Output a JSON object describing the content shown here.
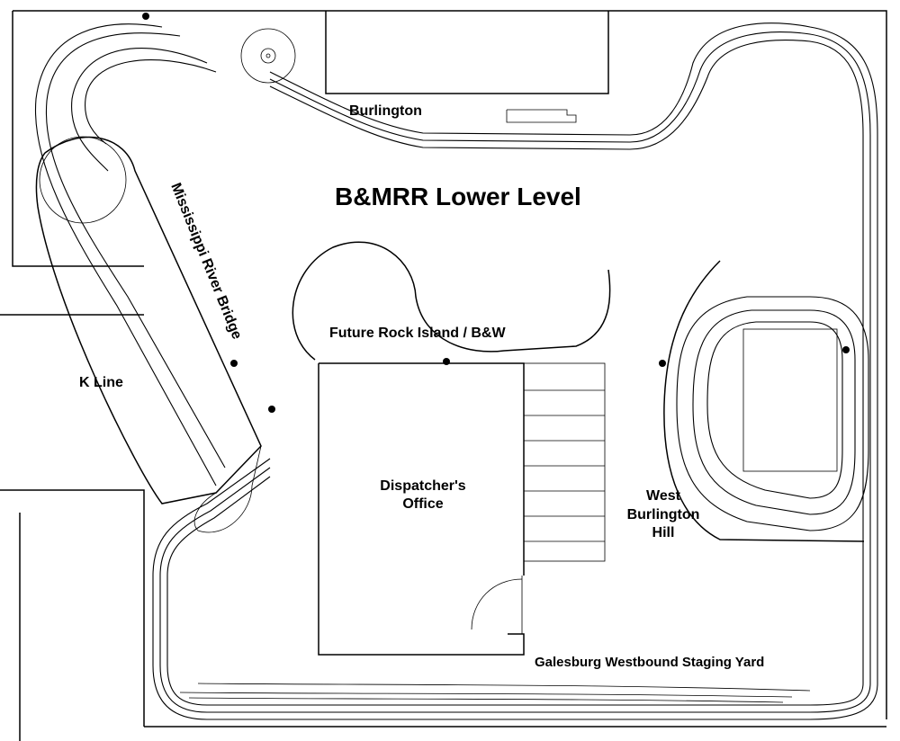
{
  "diagram": {
    "title": "B&MRR Lower Level",
    "labels": {
      "burlington": "Burlington",
      "river_bridge": "Mississippi River Bridge",
      "k_line": "K Line",
      "future_rock_island": "Future Rock Island / B&W",
      "dispatchers_office_line1": "Dispatcher's",
      "dispatchers_office_line2": "Office",
      "west_burlington_line1": "West",
      "west_burlington_line2": "Burlington",
      "west_burlington_line3": "Hill",
      "galesburg_staging": "Galesburg Westbound Staging Yard"
    },
    "colors": {
      "ink": "#000000",
      "paper": "#ffffff"
    }
  }
}
